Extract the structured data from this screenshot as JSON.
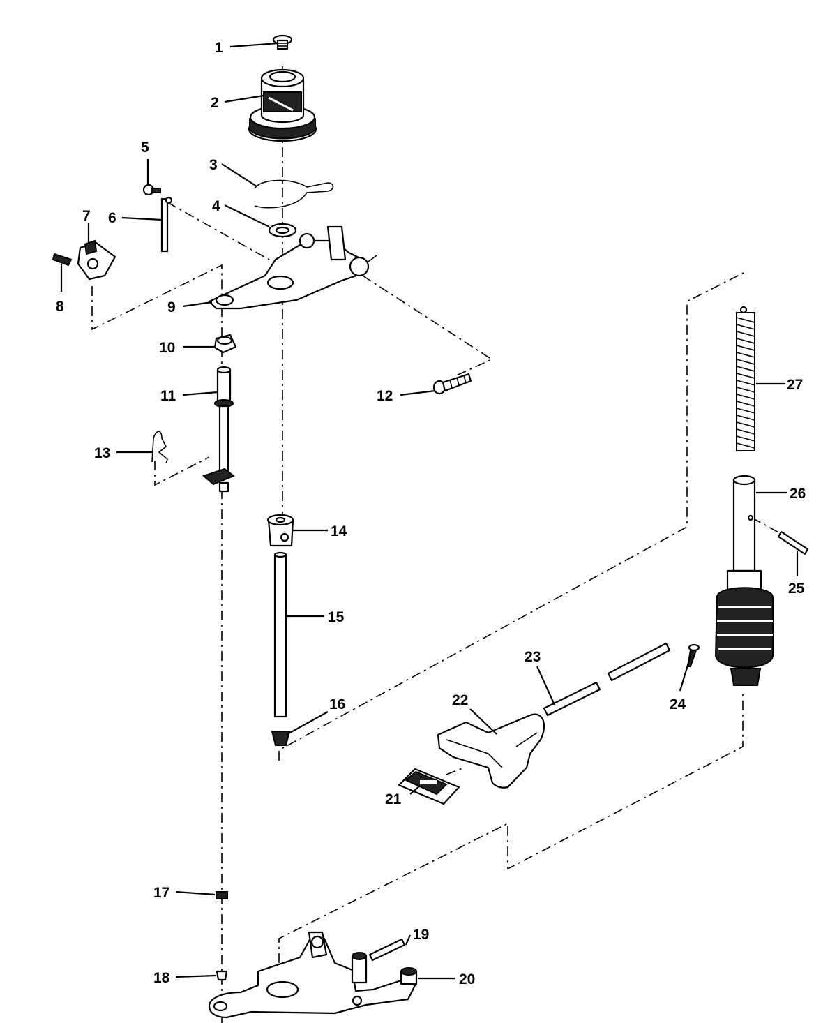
{
  "diagram": {
    "labels": [
      {
        "id": "1",
        "text": "1"
      },
      {
        "id": "2",
        "text": "2"
      },
      {
        "id": "3",
        "text": "3"
      },
      {
        "id": "4",
        "text": "4"
      },
      {
        "id": "5",
        "text": "5"
      },
      {
        "id": "6",
        "text": "6"
      },
      {
        "id": "7",
        "text": "7"
      },
      {
        "id": "8",
        "text": "8"
      },
      {
        "id": "9",
        "text": "9"
      },
      {
        "id": "10",
        "text": "10"
      },
      {
        "id": "11",
        "text": "11"
      },
      {
        "id": "12",
        "text": "12"
      },
      {
        "id": "13",
        "text": "13"
      },
      {
        "id": "14",
        "text": "14"
      },
      {
        "id": "15",
        "text": "15"
      },
      {
        "id": "16",
        "text": "16"
      },
      {
        "id": "17",
        "text": "17"
      },
      {
        "id": "18",
        "text": "18"
      },
      {
        "id": "19",
        "text": "19"
      },
      {
        "id": "20",
        "text": "20"
      },
      {
        "id": "21",
        "text": "21"
      },
      {
        "id": "22",
        "text": "22"
      },
      {
        "id": "23",
        "text": "23"
      },
      {
        "id": "24",
        "text": "24"
      },
      {
        "id": "25",
        "text": "25"
      },
      {
        "id": "26",
        "text": "26"
      },
      {
        "id": "27",
        "text": "27"
      }
    ]
  }
}
